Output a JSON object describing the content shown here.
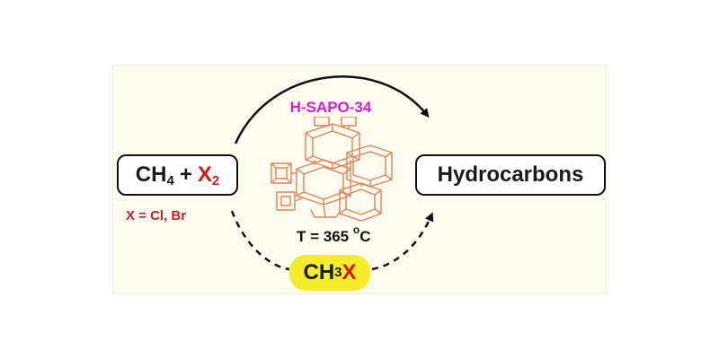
{
  "reactants": {
    "ch": "CH",
    "ch_sub": "4",
    "plus": "+",
    "x": "X",
    "x_sub": "2"
  },
  "halogen_definition": "X = Cl, Br",
  "catalyst": "H-SAPO-34",
  "temperature": {
    "prefix": "T = 365 ",
    "degree": "o",
    "unit": "C"
  },
  "intermediate": {
    "ch": "CH",
    "ch_sub": "3",
    "x": "X"
  },
  "product": "Hydrocarbons",
  "colors": {
    "catalyst_label": "#d61ad6",
    "halogen": "#d6171a",
    "intermediate_highlight": "#f4ed2b",
    "framework": "#e0825a",
    "panel_background": "#fdfbee"
  },
  "icons": [
    "zeolite-framework-icon",
    "solid-arrow-icon",
    "dashed-arrow-icon"
  ]
}
